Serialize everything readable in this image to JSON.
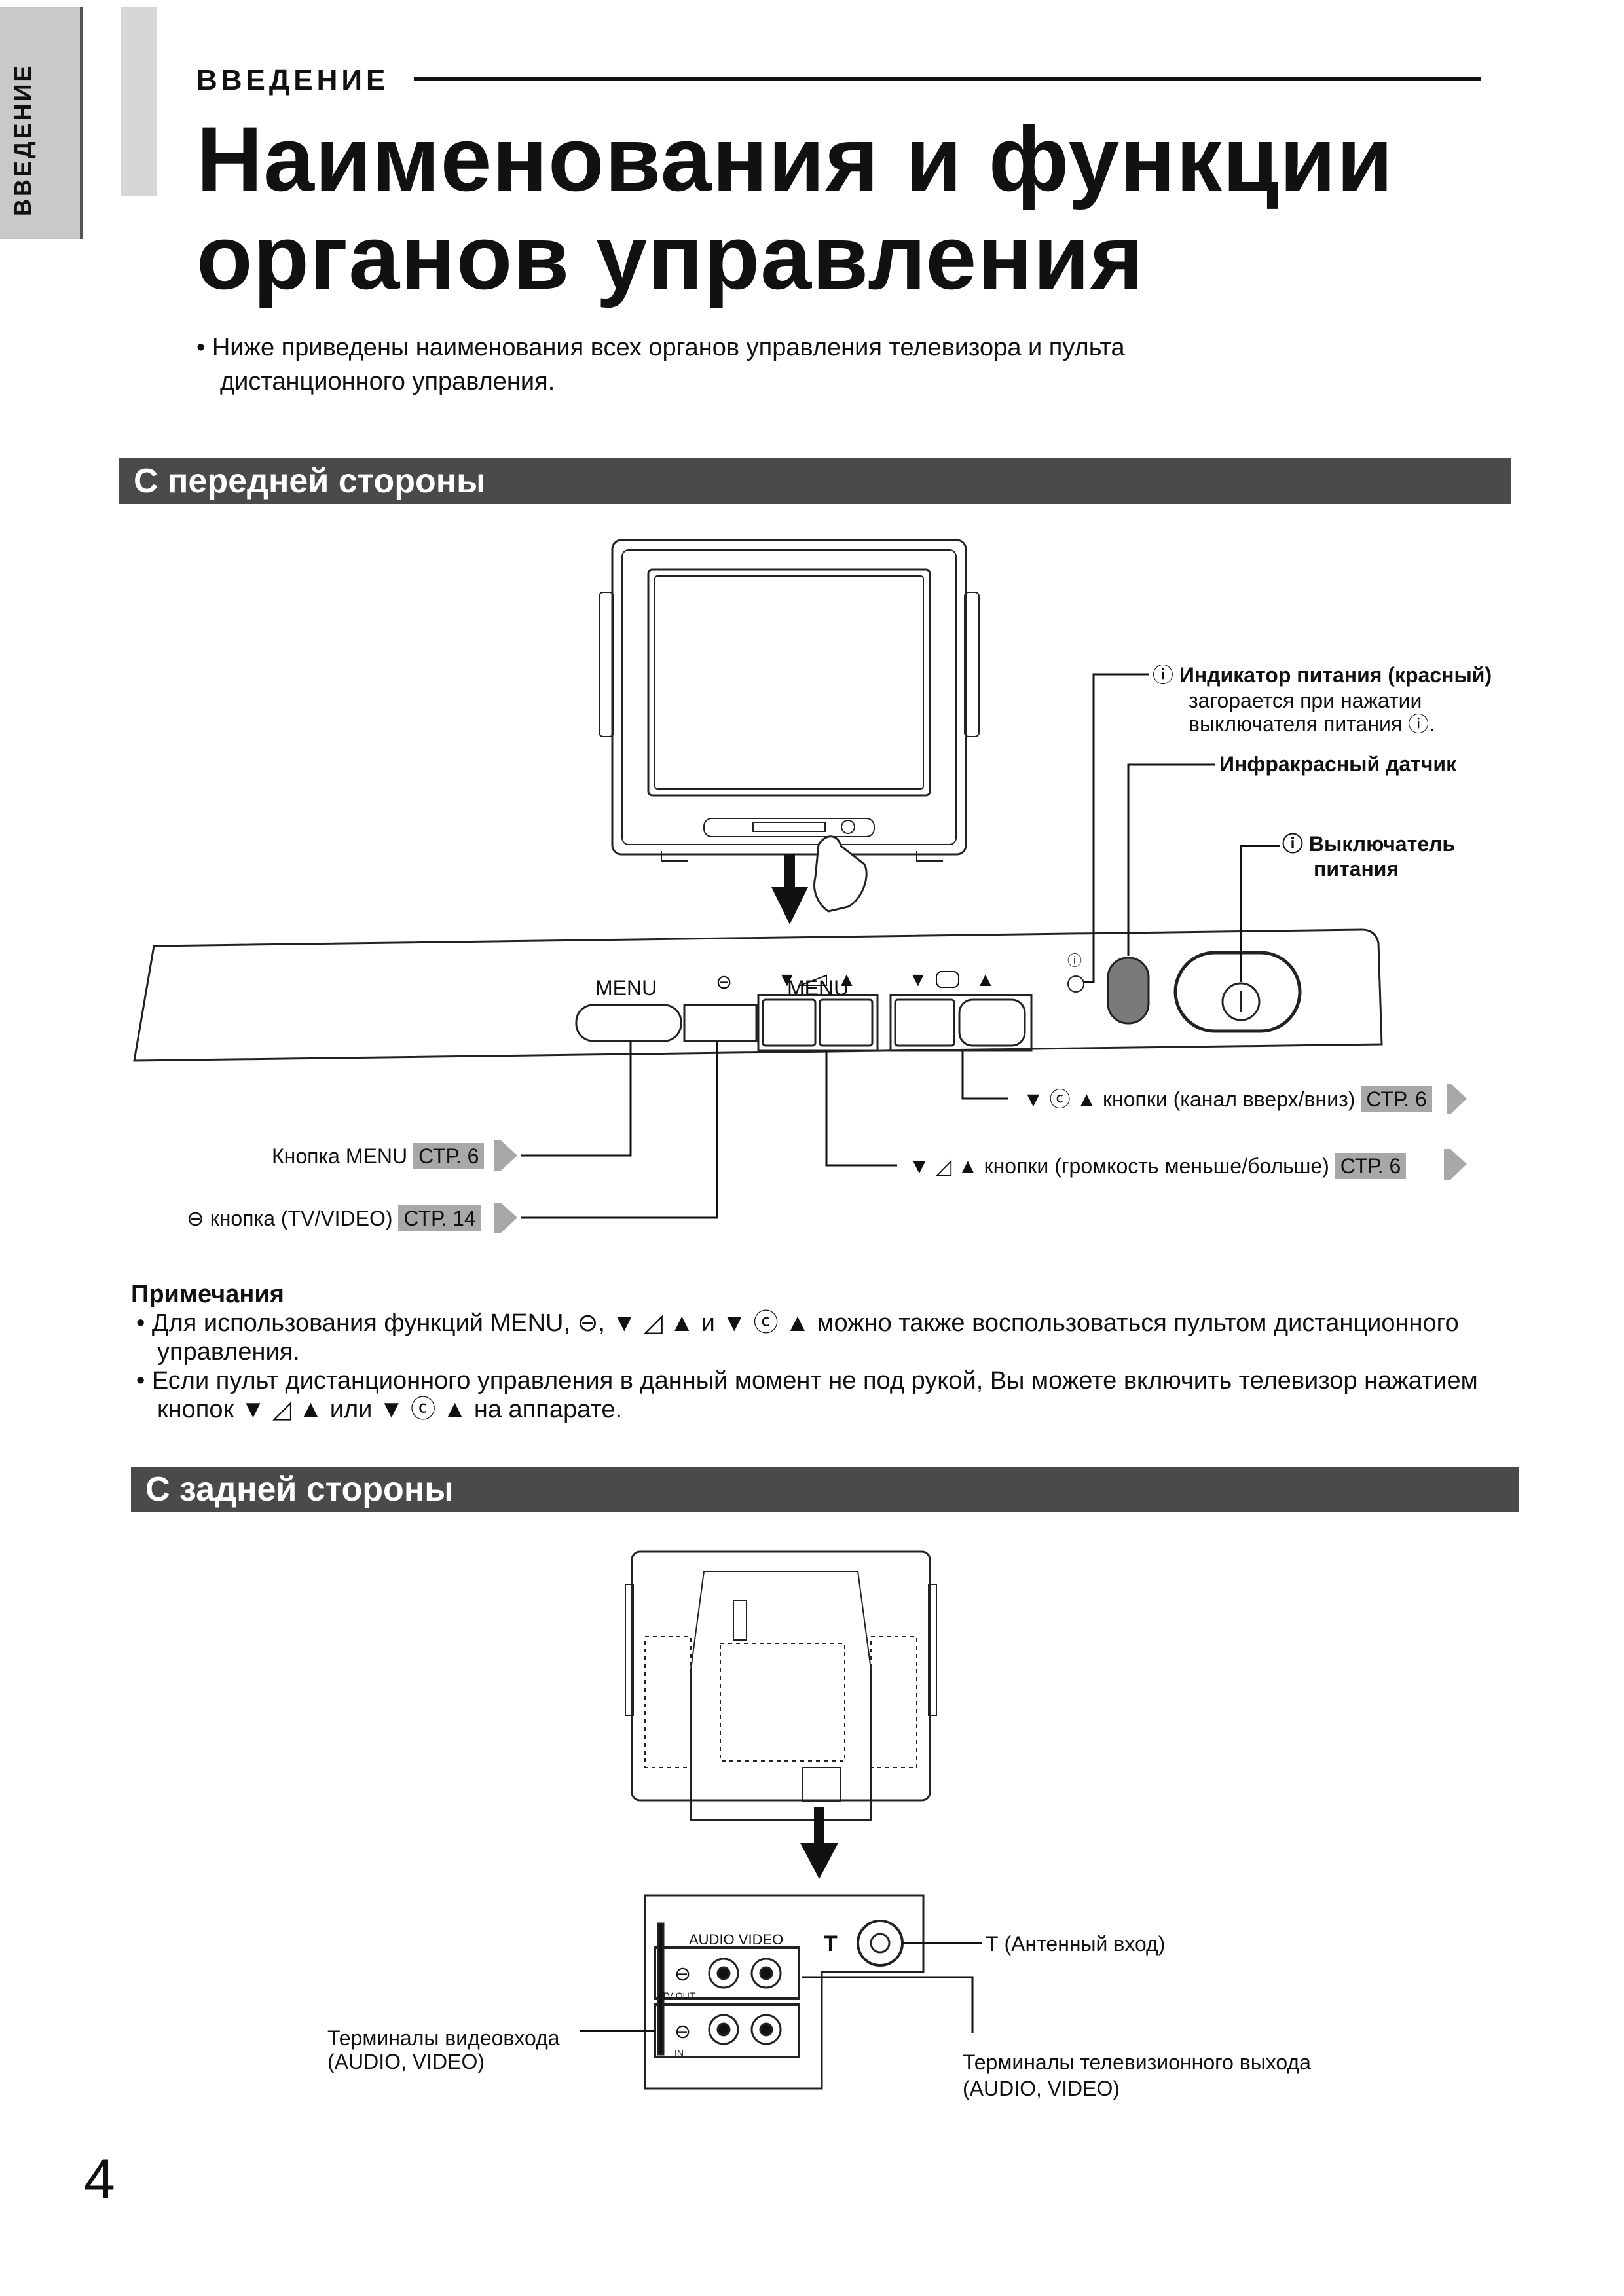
{
  "side_tab": "ВВЕДЕНИЕ",
  "kicker": "ВВЕДЕНИЕ",
  "title_line1": "Наименования и функции",
  "title_line2": "органов управления",
  "intro_line1": "• Ниже приведены наименования всех органов управления телевизора и пульта",
  "intro_line2": "дистанционного управления.",
  "front": {
    "heading": "С передней стороны",
    "panel_menu": "MENU",
    "power_indicator_title": "Индикатор питания (красный)",
    "power_indicator_desc1": "загорается при нажатии",
    "power_indicator_desc2": "выключателя питания",
    "ir_sensor": "Инфракрасный датчик",
    "power_switch_1": "Выключатель",
    "power_switch_2": "питания",
    "ch_buttons": "кнопки (канал вверх/вниз)",
    "vol_buttons": "кнопки (громкость меньше/больше)",
    "menu_button": "Кнопка MENU",
    "input_button": "кнопка (TV/VIDEO)",
    "ref_ch": "СТР. 6",
    "ref_vol": "СТР. 6",
    "ref_menu": "СТР. 6",
    "ref_input": "СТР. 14"
  },
  "notes": {
    "heading": "Примечания",
    "item1_a": "Для использования функций MENU,",
    "item1_b": "можно также воспользоваться пультом дистанционного",
    "item1_c": "управления.",
    "item2_a": "Если пульт дистанционного управления в данный момент не под рукой, Вы можете включить телевизор нажатием",
    "item2_b": "кнопок",
    "item2_c": "или",
    "item2_d": "на аппарате."
  },
  "rear": {
    "heading": "С задней стороны",
    "audio_video": "AUDIO VIDEO",
    "tv_out": "TV OUT",
    "in_label": "IN",
    "antenna": "(Антенный вход)",
    "video_in_1": "Терминалы видеовхода",
    "video_in_2": "(AUDIO, VIDEO)",
    "tv_out_1": "Терминалы телевизионного выхода",
    "tv_out_2": "(AUDIO, VIDEO)"
  },
  "page_number": "4"
}
